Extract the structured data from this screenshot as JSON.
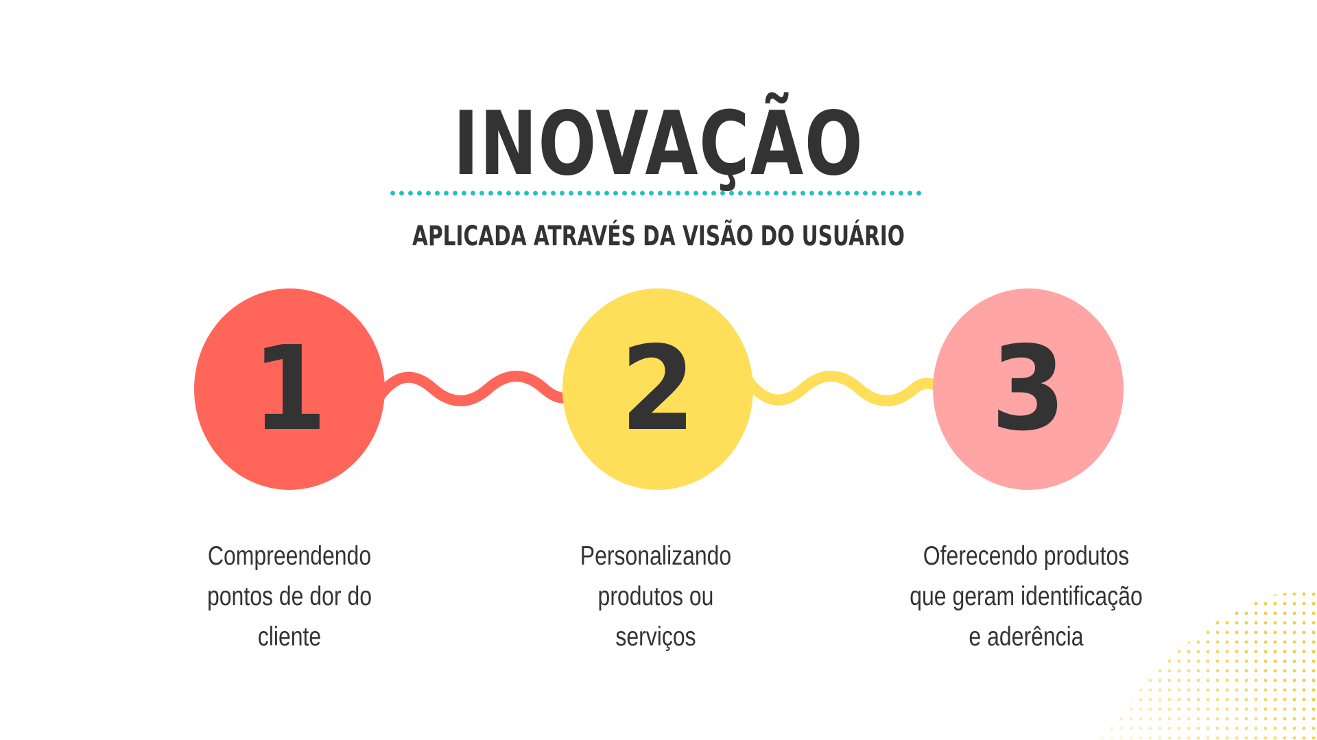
{
  "title": "INOVAÇÃO",
  "subtitle": "APLICADA ATRAVÉS DA VISÃO DO USUÁRIO",
  "colors": {
    "text": "#333333",
    "accent_dots": "#1fc1c3",
    "step1": "#ff6659",
    "step2": "#ffde59",
    "step3": "#ffa5a5",
    "decor_dots": "#f5cd3b"
  },
  "steps": [
    {
      "number": "1",
      "lines": [
        "Compreendendo",
        "pontos de dor do",
        "cliente"
      ]
    },
    {
      "number": "2",
      "lines": [
        "Personalizando",
        "produtos ou",
        "serviços"
      ]
    },
    {
      "number": "3",
      "lines": [
        "Oferecendo produtos",
        "que geram identificação",
        "e aderência"
      ]
    }
  ]
}
